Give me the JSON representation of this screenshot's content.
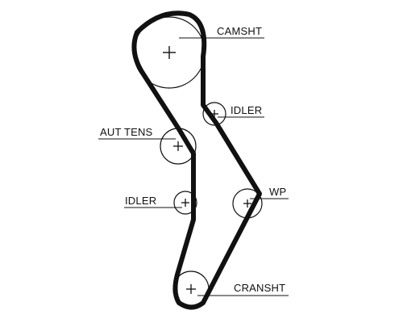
{
  "diagram": {
    "labels": {
      "camshaft": "CAMSHT",
      "idler_upper": "IDLER",
      "aut_tens": "AUT TENS",
      "idler_lower": "IDLER",
      "water_pump": "WP",
      "crankshaft": "CRANSHT"
    },
    "colors": {
      "ink": "#111111",
      "background": "#ffffff"
    }
  }
}
